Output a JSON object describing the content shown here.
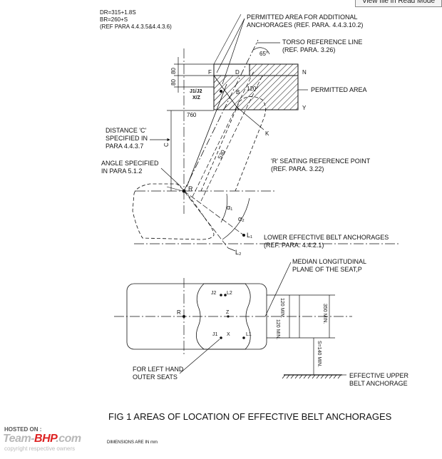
{
  "header": {
    "view_button": "View file in Read Mode",
    "formula_lines": [
      "DR=315+1.8S",
      "BR=260+S",
      "(REF PARA 4.4.3.5&4.4.3.6)"
    ]
  },
  "labels": {
    "permitted_additional_1": "PERMITTED AREA FOR ADDITIONAL",
    "permitted_additional_2": "ANCHORAGES (REF. PARA. 4.4.3.10.2)",
    "torso_1": "TORSO REFERENCE LINE",
    "torso_2": "(REF. PARA. 3.26)",
    "angle_65": "65°",
    "permitted_area": "PERMITTED AREA",
    "pt_N": "N",
    "pt_Y": "Y",
    "pt_F": "F",
    "pt_D": "D",
    "pt_B": "B",
    "pt_K": "K",
    "pt_R": "R",
    "j1j2": "J1/J2",
    "xz": "X/Z",
    "dim_80a": "80",
    "dim_80b": "80",
    "dim_120": "120°",
    "dim_760": "760",
    "dim_c": "C",
    "dim_530": "530",
    "distance_c_1": "DISTANCE 'C'",
    "distance_c_2": "SPECIFIED IN",
    "distance_c_3": "PARA 4.4.3.7",
    "angle_spec_1": "ANGLE SPECIFIED",
    "angle_spec_2": "IN PARA 5.1.2",
    "r_seat_1": "'R' SEATING REFERENCE POINT",
    "r_seat_2": "(REF. PARA. 3.22)",
    "alpha1": "α₁",
    "alpha2": "α₂",
    "L1": "L₁",
    "L2": "L₂",
    "lower_anch_1": "LOWER EFFECTIVE BELT ANCHORAGES",
    "lower_anch_2": "(REF. PARA. 4.4.2.1)",
    "median_1": "MEDIAN LONGITUDINAL",
    "median_2": "PLANE OF THE SEAT,P",
    "plan_J2": "J2",
    "plan_L2": "L2",
    "plan_Z": "Z",
    "plan_R": "R",
    "plan_J1": "J1",
    "plan_X": "X",
    "plan_L1": "L1",
    "min120a": "120 MIN.",
    "min120b": "120 MIN.",
    "min350": "350 MIN.",
    "s140": "S=140 MIN.",
    "left_hand_1": "FOR LEFT HAND",
    "left_hand_2": "OUTER SEATS",
    "upper_anch_1": "EFFECTIVE UPPER",
    "upper_anch_2": "BELT ANCHORAGE"
  },
  "caption": "FIG 1  AREAS OF LOCATION OF EFFECTIVE BELT ANCHORAGES",
  "footnote": "DIMENSIONS ARE IN mm",
  "watermark": {
    "hosted": "HOSTED ON :",
    "logo_left": "Team-",
    "logo_right": "BHP",
    "logo_tail": ".com",
    "copyright": "copyright respective owners"
  }
}
